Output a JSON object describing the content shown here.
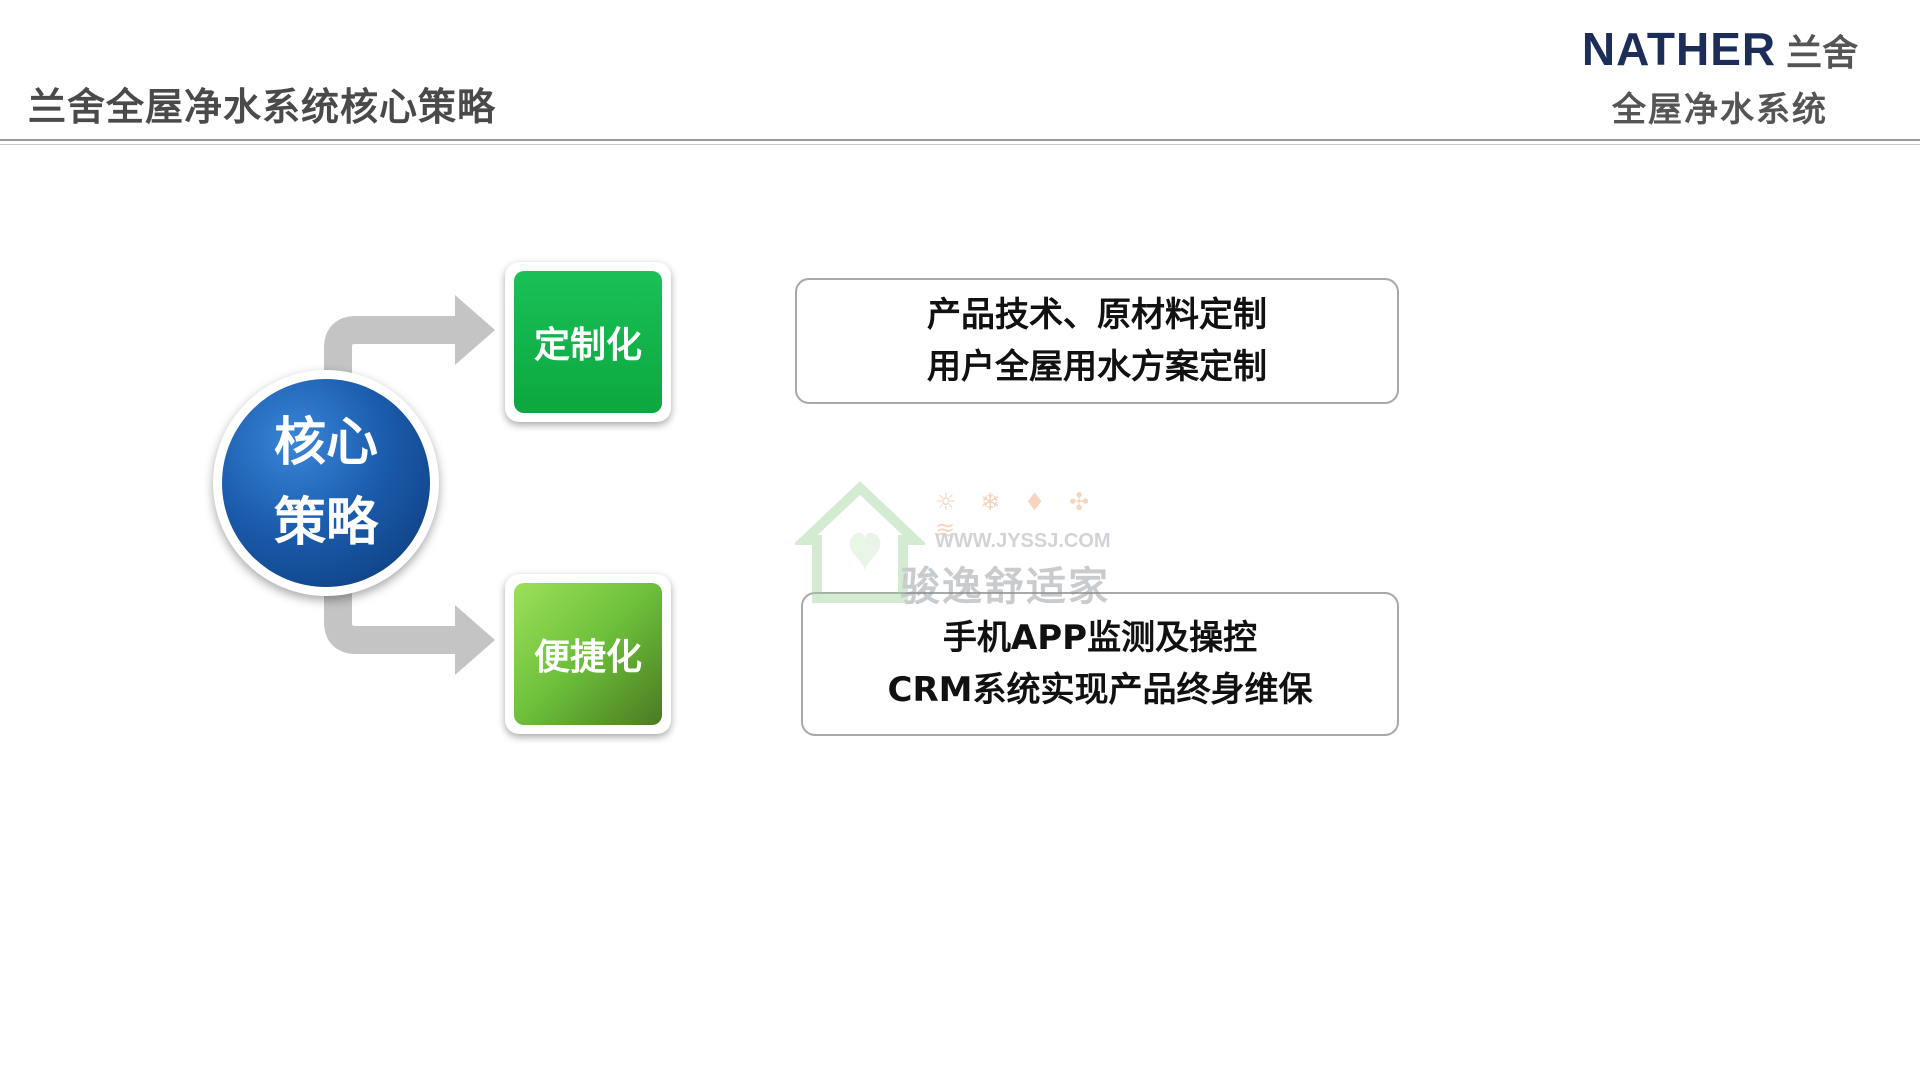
{
  "header": {
    "title": "兰舍全屋净水系统核心策略",
    "brand_en": "NATHER",
    "brand_cn": "兰舍",
    "brand_sub": "全屋净水系统"
  },
  "core": {
    "line1": "核心",
    "line2": "策略"
  },
  "tiles": [
    {
      "label": "定制化"
    },
    {
      "label": "便捷化"
    }
  ],
  "descriptions": [
    {
      "line1": "产品技术、原材料定制",
      "line2": "用户全屋用水方案定制"
    },
    {
      "line1": "手机APP监测及操控",
      "line2": "CRM系统实现产品终身维保"
    }
  ],
  "watermark": {
    "url": "WWW.JYSSJ.COM",
    "name": "骏逸舒适家"
  },
  "colors": {
    "brand_navy": "#1c2d5a",
    "core_blue": "#1b5cad",
    "tile_green": "#0da63f",
    "tile_lime": "#6cbf3a",
    "arrow_gray": "#c4c4c4"
  }
}
